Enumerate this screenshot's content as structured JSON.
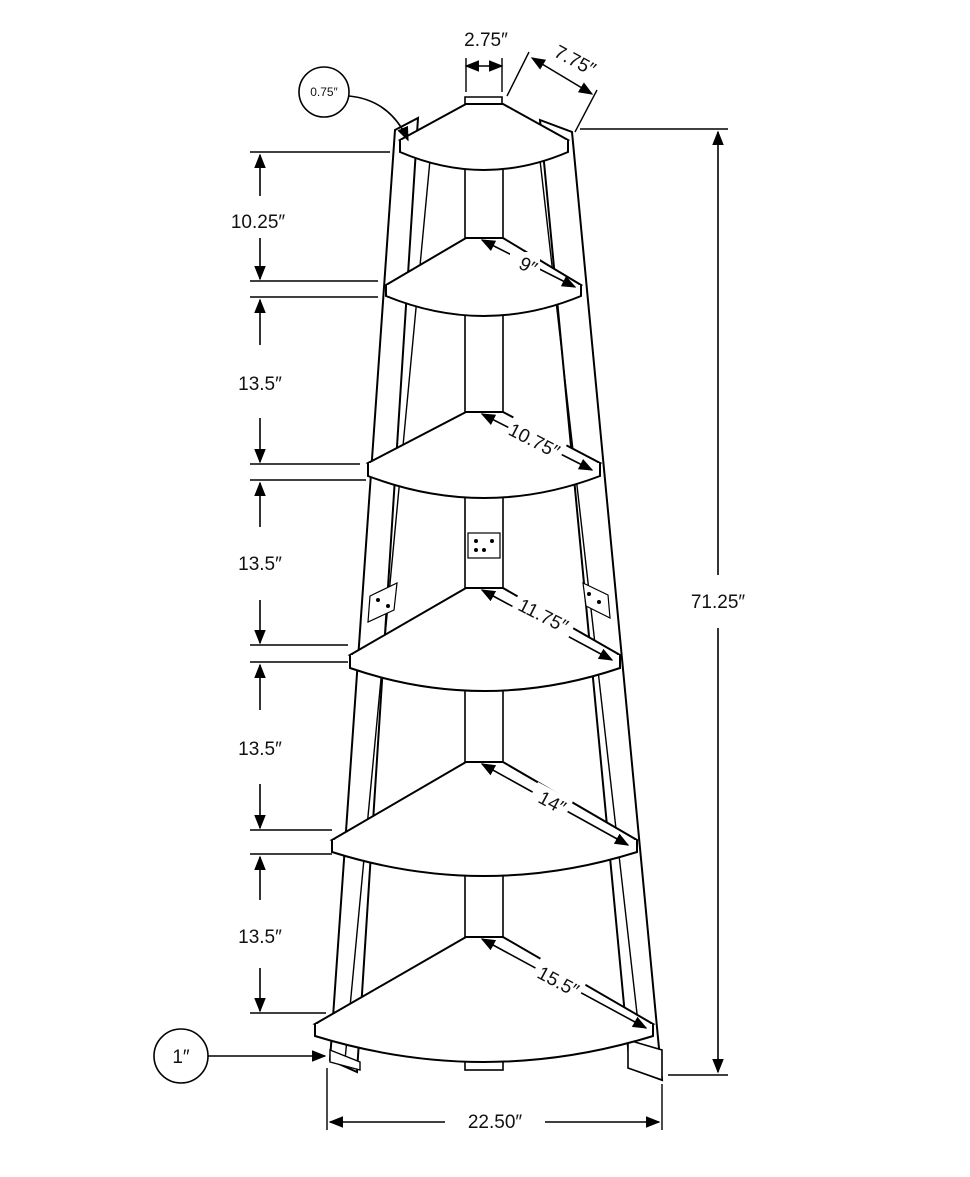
{
  "dimensions": {
    "top_width": "2.75″",
    "top_depth": "7.75″",
    "top_thickness": "0.75″",
    "bottom_thickness": "1″",
    "height_total": "71.25″",
    "width_total": "22.50″",
    "gaps": [
      "10.25″",
      "13.5″",
      "13.5″",
      "13.5″",
      "13.5″"
    ],
    "shelf_depths": [
      "9″",
      "10.75″",
      "11.75″",
      "14″",
      "15.5″"
    ]
  }
}
